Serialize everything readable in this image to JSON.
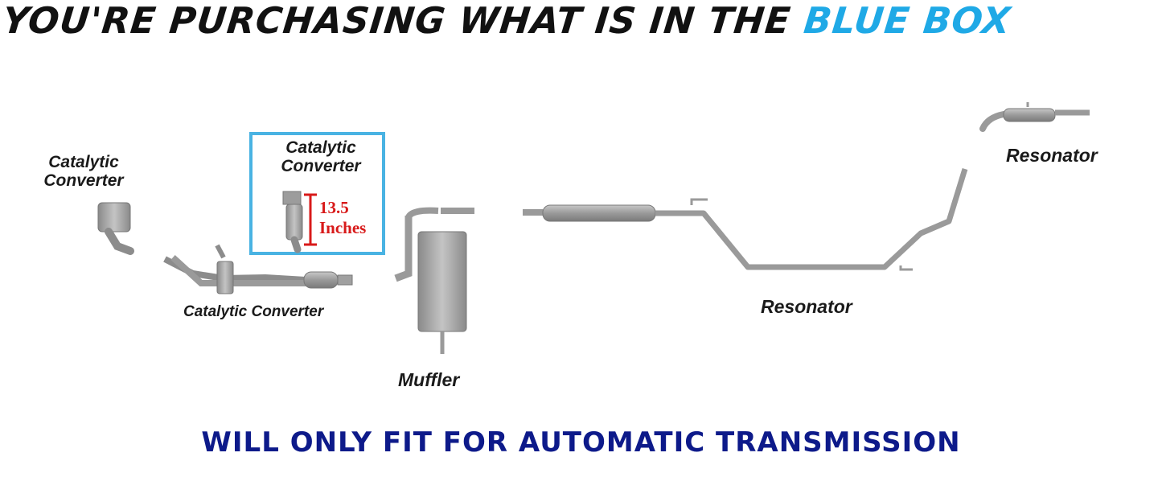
{
  "header": {
    "headline_prefix": "YOU'RE PURCHASING WHAT IS IN THE ",
    "headline_accent": "BLUE BOX",
    "accent_color": "#1fa9e6"
  },
  "parts": {
    "cat_converter_left": {
      "line1": "Catalytic",
      "line2": "Converter"
    },
    "cat_converter_boxed": {
      "line1": "Catalytic",
      "line2": "Converter"
    },
    "cat_converter_lower": {
      "label": "Catalytic Converter"
    },
    "muffler": {
      "label": "Muffler"
    },
    "resonator_middle": {
      "label": "Resonator"
    },
    "resonator_tail": {
      "label": "Resonator"
    }
  },
  "measurement": {
    "value": "13.5",
    "unit": "Inches",
    "color": "#d81a1a"
  },
  "footer": {
    "note": "WILL ONLY FIT FOR AUTOMATIC TRANSMISSION",
    "color": "#0d1a8a"
  }
}
